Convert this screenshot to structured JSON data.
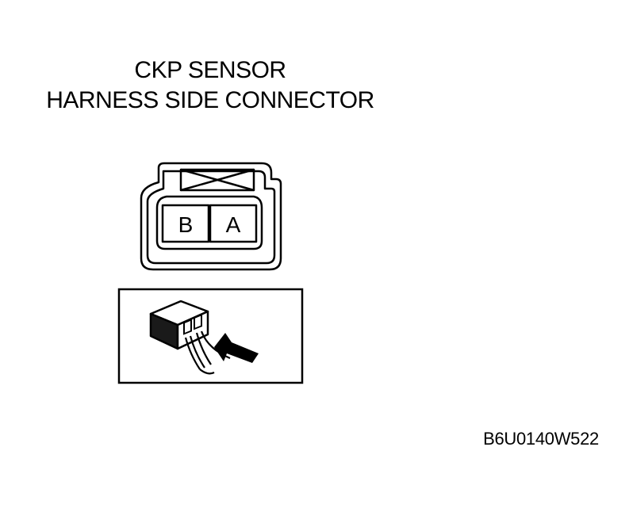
{
  "title": {
    "line1": "CKP SENSOR",
    "line2": "HARNESS SIDE CONNECTOR"
  },
  "connector": {
    "terminals": [
      "B",
      "A"
    ]
  },
  "figure_code": "B6U0140W522",
  "colors": {
    "ink": "#000000",
    "paper": "#ffffff"
  }
}
